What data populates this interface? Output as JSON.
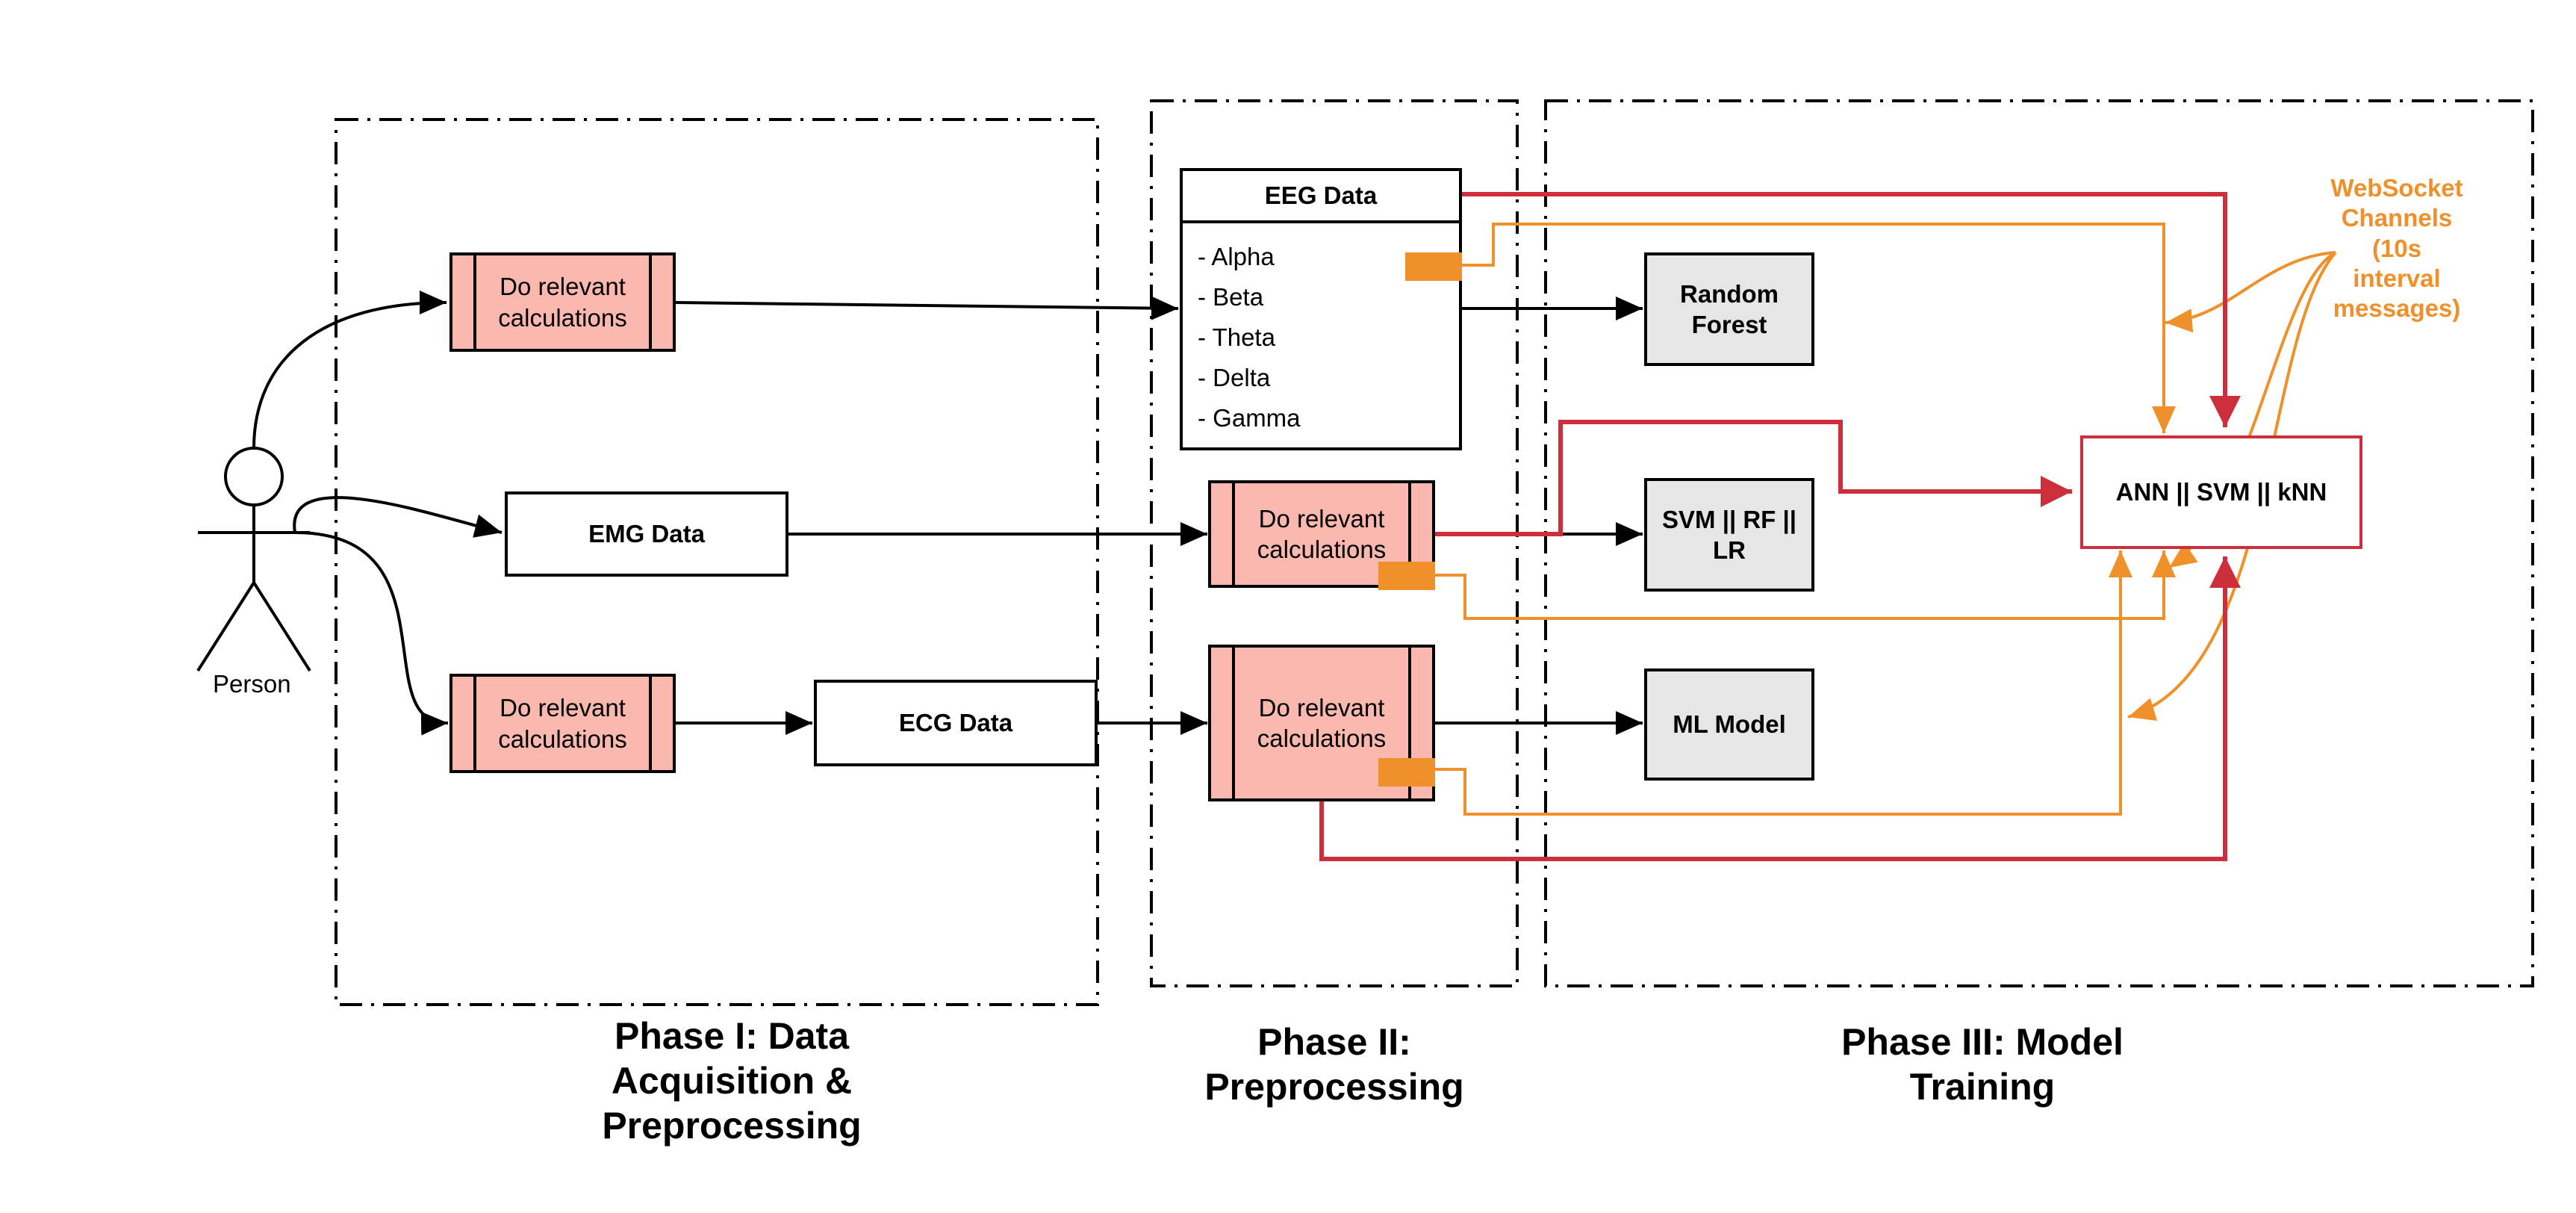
{
  "actor": {
    "label": "Person"
  },
  "phase1": {
    "title_lines": [
      "Phase I: Data",
      "Acquisition &",
      "Preprocessing"
    ],
    "calc_top": "Do relevant calculations",
    "emg": "EMG Data",
    "calc_bottom": "Do relevant calculations",
    "ecg": "ECG Data"
  },
  "phase2": {
    "title_lines": [
      "Phase II:",
      "Preprocessing"
    ],
    "eeg": {
      "title": "EEG Data",
      "bands": [
        "Alpha",
        "Beta",
        "Theta",
        "Delta",
        "Gamma"
      ]
    },
    "calc_emg": "Do relevant calculations",
    "calc_ecg": "Do relevant calculations"
  },
  "phase3": {
    "title_lines": [
      "Phase III: Model",
      "Training"
    ],
    "random_forest": "Random Forest",
    "svm_rf_lr": "SVM || RF || LR",
    "ml_model": "ML Model",
    "ann": "ANN || SVM || kNN"
  },
  "websocket": {
    "lines": [
      "WebSocket",
      "Channels",
      "(10s",
      "interval",
      "messages)"
    ]
  },
  "colors": {
    "accent_red": "#cc2f3b",
    "accent_orange": "#f0902a",
    "calc_fill": "#fbb8ae",
    "model_fill": "#e6e6e6"
  }
}
